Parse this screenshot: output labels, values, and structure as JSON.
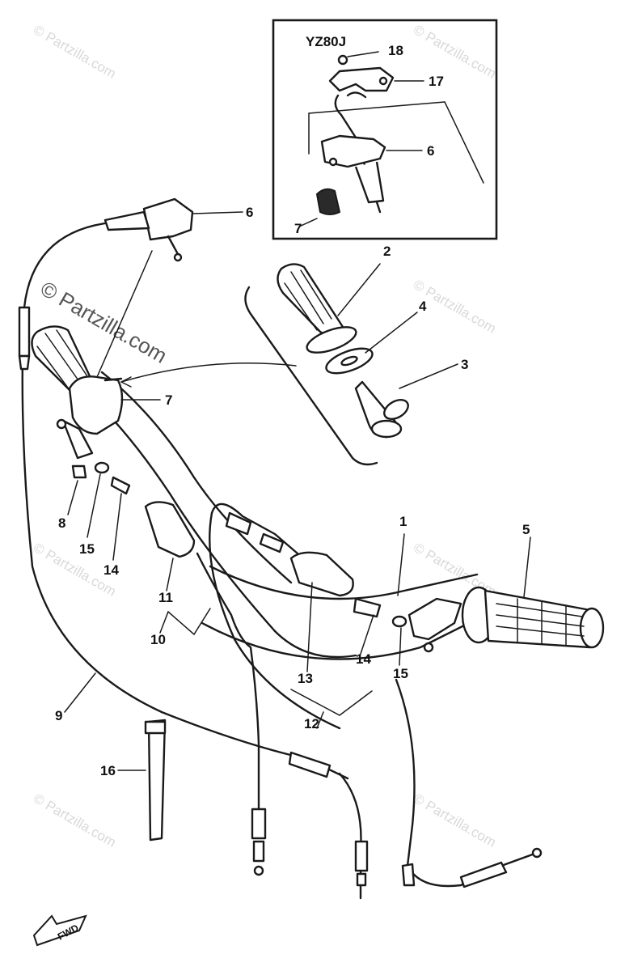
{
  "inset": {
    "title": "YZ80J"
  },
  "watermark": {
    "text": "© Partzilla.com",
    "main": "© Partzilla.com"
  },
  "front_arrow": {
    "label": "FWD",
    "icon": "front-arrow-icon"
  },
  "callouts": {
    "c1": "1",
    "c2": "2",
    "c3": "3",
    "c4": "4",
    "c5": "5",
    "c6a": "6",
    "c6b": "6",
    "c7a": "7",
    "c7b": "7",
    "c8": "8",
    "c9": "9",
    "c10": "10",
    "c11": "11",
    "c12": "12",
    "c13": "13",
    "c14a": "14",
    "c14b": "14",
    "c15a": "15",
    "c15b": "15",
    "c16": "16",
    "c17": "17",
    "c18": "18"
  }
}
